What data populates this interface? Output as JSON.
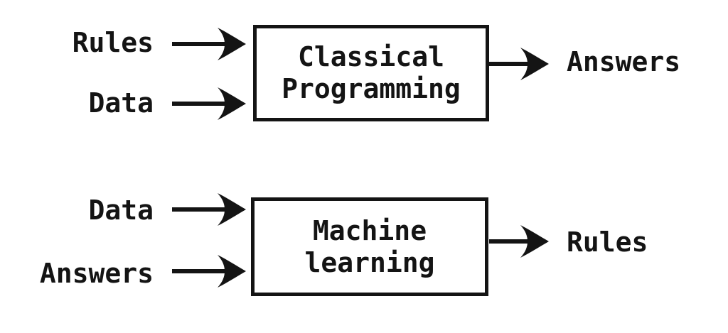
{
  "colors": {
    "ink": "#141414",
    "background": "#ffffff",
    "box_fill": "#ffffff"
  },
  "top_flow": {
    "input_1": "Rules",
    "input_2": "Data",
    "box_line_1": "Classical",
    "box_line_2": "Programming",
    "output": "Answers"
  },
  "bottom_flow": {
    "input_1": "Data",
    "input_2": "Answers",
    "box_line_1": "Machine",
    "box_line_2": "learning",
    "output": "Rules"
  }
}
